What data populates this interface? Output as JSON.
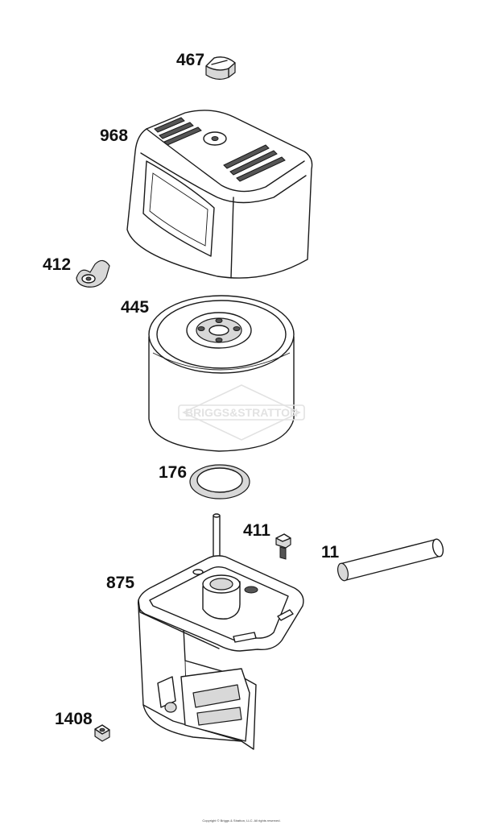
{
  "parts": [
    {
      "id": "p467",
      "label": "467"
    },
    {
      "id": "p968",
      "label": "968"
    },
    {
      "id": "p412",
      "label": "412"
    },
    {
      "id": "p445",
      "label": "445"
    },
    {
      "id": "p176",
      "label": "176"
    },
    {
      "id": "p411",
      "label": "411"
    },
    {
      "id": "p11",
      "label": "11"
    },
    {
      "id": "p875",
      "label": "875"
    },
    {
      "id": "p1408",
      "label": "1408"
    }
  ],
  "watermark": "BRIGGS&STRATTON",
  "copyright": "Copyright © Briggs & Stratton, LLC. All rights reserved."
}
